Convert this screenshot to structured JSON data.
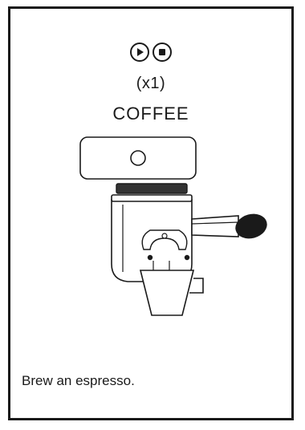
{
  "controls": {
    "play_icon": "play-icon",
    "stop_icon": "stop-icon"
  },
  "recipe": {
    "quantity": "(x1)",
    "title": "COFFEE",
    "description": "Brew an espresso."
  },
  "colors": {
    "ink": "#1a1a1a",
    "background": "#ffffff",
    "gasket": "#333333"
  }
}
